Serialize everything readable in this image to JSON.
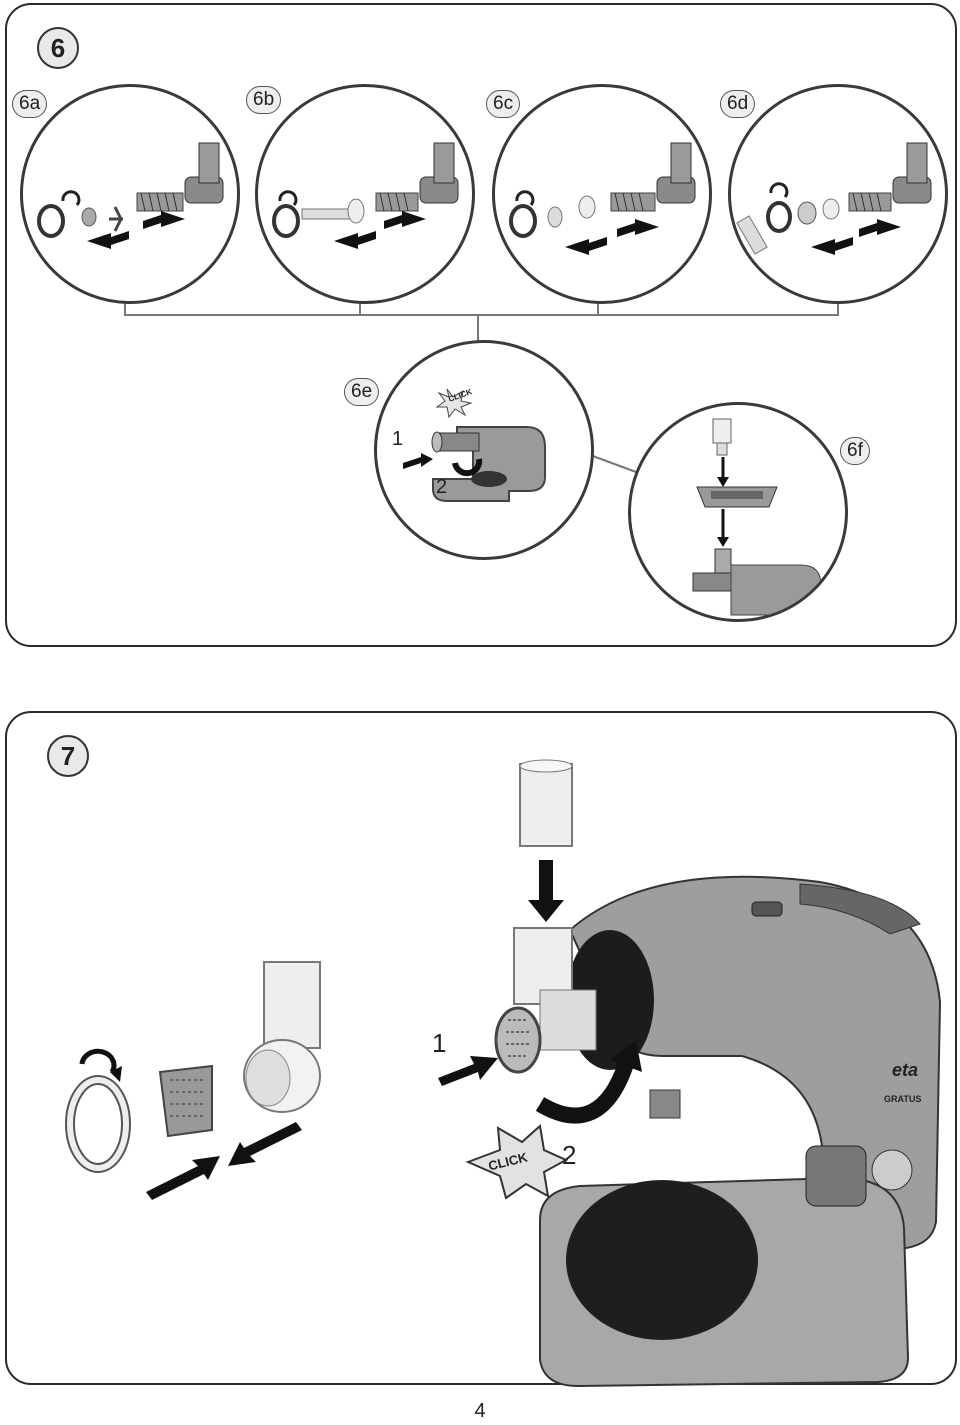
{
  "panel6": {
    "badge": "6",
    "steps": [
      {
        "label": "6a"
      },
      {
        "label": "6b"
      },
      {
        "label": "6c"
      },
      {
        "label": "6d"
      },
      {
        "label": "6e",
        "numbers": [
          "1",
          "2"
        ],
        "click_text": "CLICK"
      },
      {
        "label": "6f"
      }
    ]
  },
  "panel7": {
    "badge": "7",
    "numbers": [
      "1",
      "2"
    ],
    "click_text": "CLICK",
    "brand_text": "eta",
    "model_text": "GRATUS"
  },
  "page_number": "4"
}
